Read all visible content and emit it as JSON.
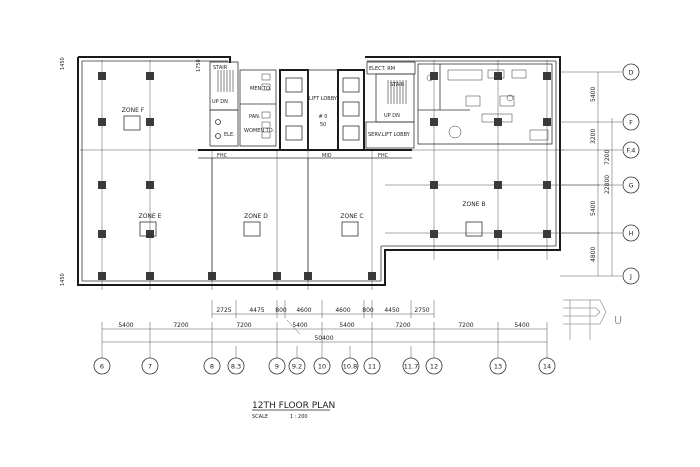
{
  "title": "12TH FLOOR PLAN",
  "scale_label": "SCALE",
  "scale_value": "1 : 200",
  "grid_bottom": [
    "6",
    "7",
    "8",
    "8.3",
    "9",
    "9.2",
    "10",
    "10.8",
    "11",
    "11.7",
    "12",
    "13",
    "14"
  ],
  "grid_right": [
    "D",
    "F",
    "F.4",
    "G",
    "H",
    "J"
  ],
  "dims_bottom_upper": [
    "2725",
    "4475",
    "800",
    "4600",
    "4600",
    "800",
    "4450",
    "2750"
  ],
  "dims_bottom_lower": [
    "5400",
    "7200",
    "7200",
    "5400",
    "5400",
    "7200",
    "7200",
    "5400"
  ],
  "dim_total": "50400",
  "dims_right": [
    "5400",
    "3200",
    "5400",
    "4800"
  ],
  "dims_right_outer": [
    "7200",
    "22800"
  ],
  "dims_left": [
    "1450",
    "1450"
  ],
  "dim_top_small": "1750",
  "zones": {
    "f": "ZONE F",
    "e": "ZONE E",
    "d": "ZONE D",
    "c": "ZONE C",
    "b": "ZONE B"
  },
  "rooms": {
    "stair_left": "STAIR",
    "up_dn_left": "UP DN",
    "men_toilet": "MEN TO.",
    "pan": "PAN.",
    "women_toilet": "WOMEN TO.",
    "elev_left": "ELE.",
    "lift_lobby": "LIFT LOBBY",
    "lift_mark_top": "# 0",
    "lift_mark_bottom": "50",
    "elect_rm": "ELECT. RM",
    "stair_right": "STAIR",
    "up_dn_right": "UP DN",
    "serv_lift_lobby": "SERV.LIFT LOBBY",
    "fhc_left": "FHC",
    "fhc_right": "FHC",
    "corridor": "MID"
  },
  "north_mark": "U"
}
